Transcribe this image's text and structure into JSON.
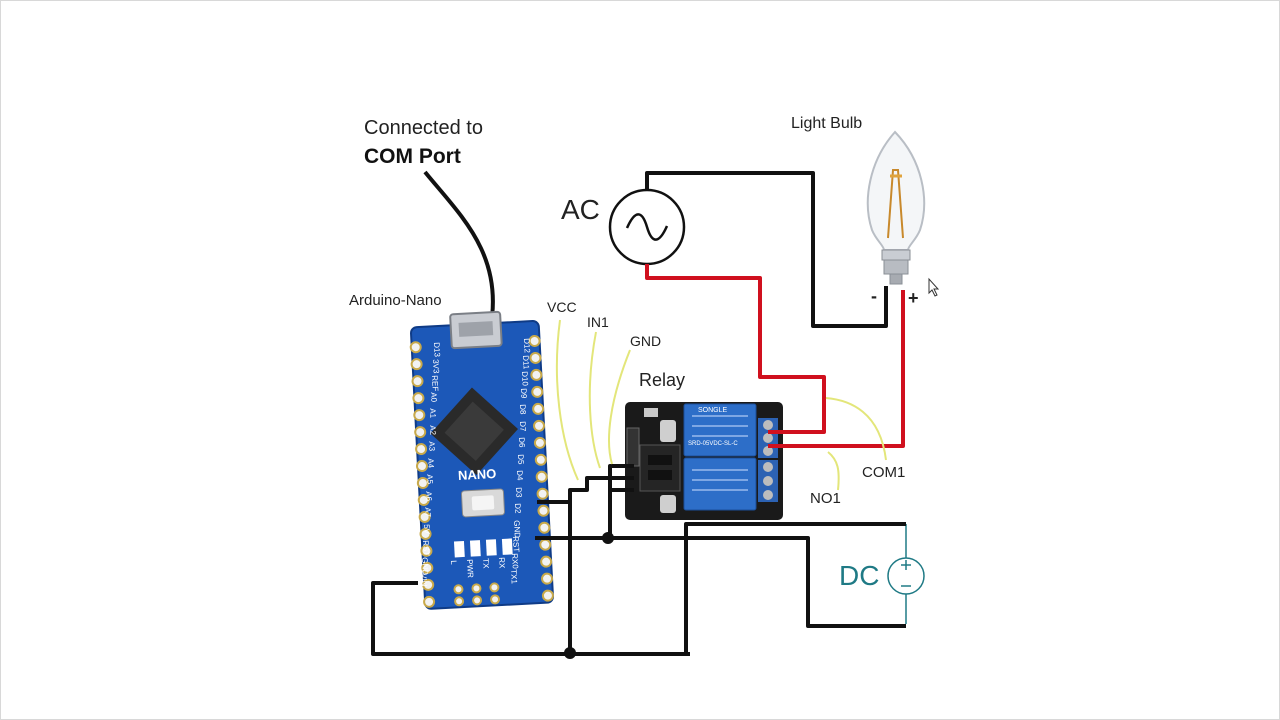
{
  "labels": {
    "connected_line1": "Connected to",
    "connected_line2": "COM Port",
    "arduino": "Arduino-Nano",
    "vcc": "VCC",
    "in1": "IN1",
    "gnd": "GND",
    "relay": "Relay",
    "ac": "AC",
    "dc": "DC",
    "light_bulb": "Light Bulb",
    "minus": "-",
    "plus": "+",
    "com1": "COM1",
    "no1": "NO1"
  },
  "board": {
    "nano_text": "NANO",
    "left_pins": [
      "D13",
      "3V3",
      "REF",
      "A0",
      "A1",
      "A2",
      "A3",
      "A4",
      "A5",
      "A6",
      "A7",
      "5V",
      "RST",
      "GND",
      "VIN"
    ],
    "right_pins": [
      "D12",
      "D11",
      "D10",
      "D9",
      "D8",
      "D7",
      "D6",
      "D5",
      "D4",
      "D3",
      "D2",
      "GND",
      "RST",
      "RX0",
      "TX1"
    ],
    "leds": [
      "L",
      "PWR",
      "TX",
      "RX"
    ]
  },
  "relay_module": {
    "relay_brand": "SONGLE",
    "relay_model": "SRD-05VDC-SL-C"
  },
  "colors": {
    "wire_black": "#111111",
    "wire_red": "#d0101e",
    "wire_yellow": "#e3e67a",
    "board_blue": "#1c58b8",
    "relay_blue": "#2d6ec8",
    "pcb_black": "#1a1a1a",
    "dc_teal": "#1f7a85"
  }
}
